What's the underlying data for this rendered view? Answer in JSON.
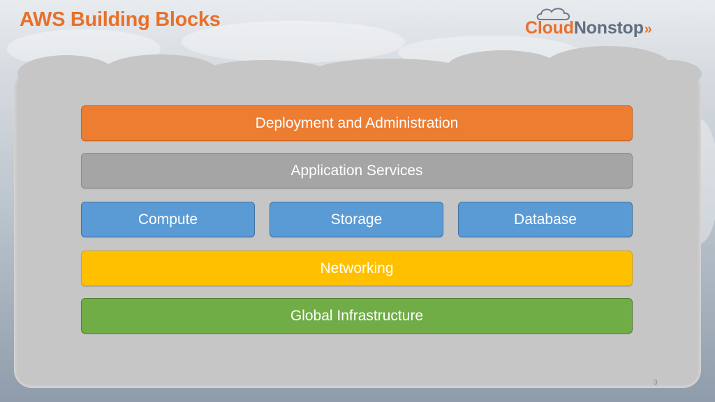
{
  "slide": {
    "title": "AWS Building Blocks",
    "page_number": "3"
  },
  "logo": {
    "word1": "Cloud",
    "word2": "Nonstop",
    "chevrons": "»"
  },
  "diagram": {
    "layers": [
      {
        "id": "deployment",
        "label": "Deployment and Administration",
        "color": "#ed7d31"
      },
      {
        "id": "application",
        "label": "Application Services",
        "color": "#a5a5a5"
      },
      {
        "id": "compute",
        "label": "Compute",
        "color": "#5b9bd5"
      },
      {
        "id": "storage",
        "label": "Storage",
        "color": "#5b9bd5"
      },
      {
        "id": "database",
        "label": "Database",
        "color": "#5b9bd5"
      },
      {
        "id": "networking",
        "label": "Networking",
        "color": "#ffc000"
      },
      {
        "id": "global",
        "label": "Global Infrastructure",
        "color": "#70ad47"
      }
    ]
  },
  "colors": {
    "title": "#e8702a",
    "panel": "#c6c6c6"
  }
}
